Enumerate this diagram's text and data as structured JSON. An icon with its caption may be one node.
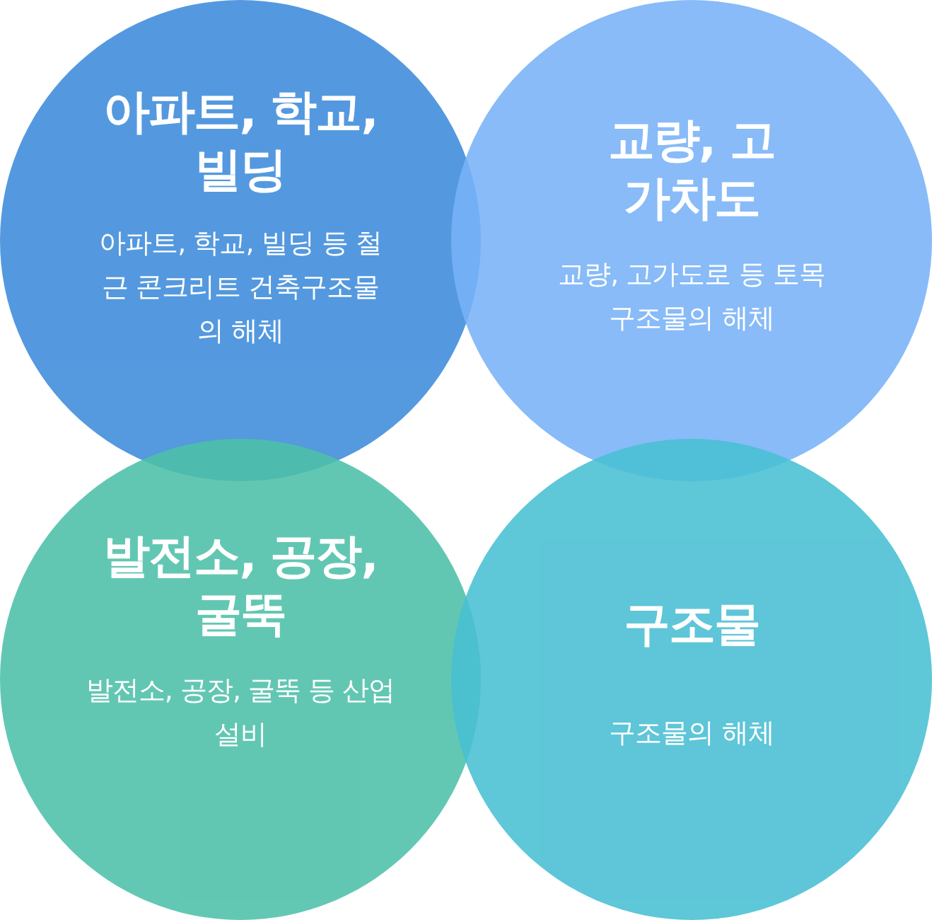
{
  "diagram": {
    "nodes": [
      {
        "text": [
          "아파트, 학교, 빌딩",
          "아파트, 학교, 빌딩 등 철근 콘크리트 건축구조물의 해체"
        ]
      },
      {
        "text": [
          "교량, 고가차도",
          "교량, 고가도로 등 토목구조물의 해체"
        ]
      },
      {
        "text": [
          "발전소, 공장, 굴뚝",
          "발전소, 공장, 굴뚝 등 산업설비"
        ]
      },
      {
        "text": [
          "구조물",
          "구조물의 해체"
        ]
      }
    ]
  }
}
